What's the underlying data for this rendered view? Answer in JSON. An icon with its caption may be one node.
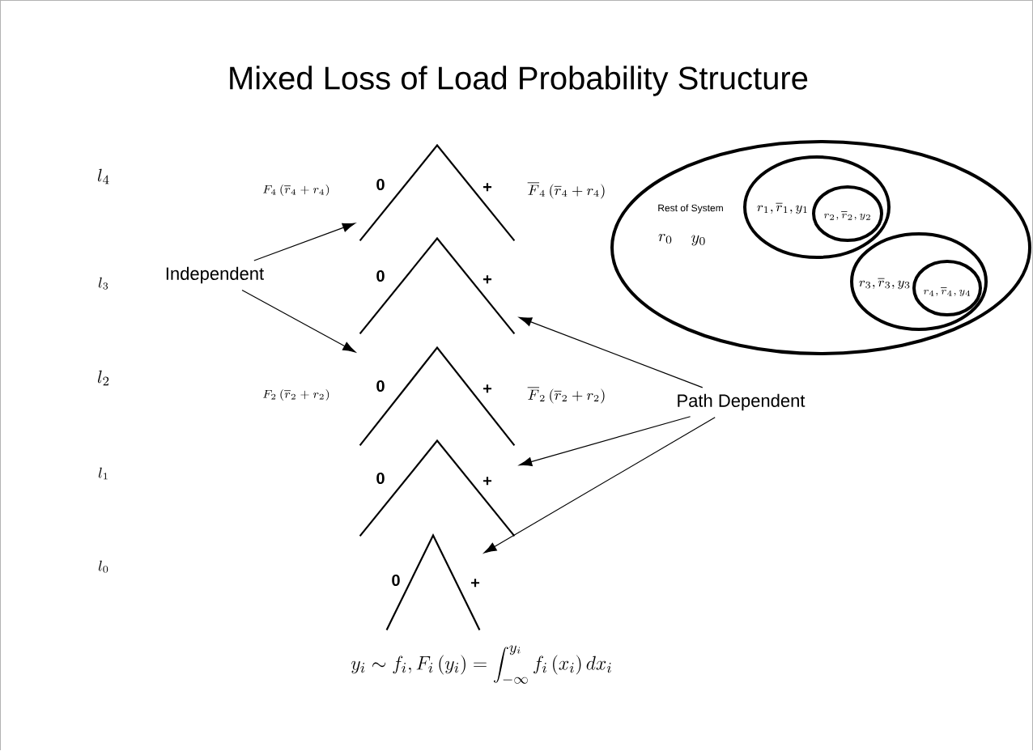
{
  "diagram": {
    "title": "Mixed Loss of Load Probability Structure",
    "nodes": [
      {
        "text": [
          "0",
          "+"
        ]
      },
      {
        "text": [
          "Rest of System",
          "r_0",
          "y_0"
        ]
      },
      {
        "text": [
          "r_1, \\overline{r}_1, y_1"
        ],
        "in": 1
      },
      {
        "text": [
          "r_2, \\overline{r}_2, y_2"
        ],
        "in": 2
      },
      {
        "text": [
          "Independent"
        ]
      },
      {
        "text": [
          "0",
          "+"
        ]
      },
      {
        "text": [
          "r_3, \\overline{r}_3, y_3"
        ],
        "in": 1
      },
      {
        "text": [
          "r_4, \\overline{r}_4, y_4"
        ],
        "in": 6
      },
      {
        "text": [
          "0",
          "+"
        ]
      },
      {
        "text": [
          "Path Dependent"
        ]
      },
      {
        "text": [
          "0",
          "+"
        ]
      },
      {
        "text": [
          "0",
          "+"
        ]
      }
    ],
    "edges": [
      {
        "from": 4,
        "to": 0,
        "arrow": "to"
      },
      {
        "from": 4,
        "to": 8,
        "arrow": "to"
      },
      {
        "from": 9,
        "to": 5,
        "arrow": "to"
      },
      {
        "from": 9,
        "to": 10,
        "arrow": "to"
      },
      {
        "from": 9,
        "to": 11,
        "arrow": "to"
      }
    ],
    "labels": [
      "l_4",
      "F_4\\left(\\overline{r}_4+r_4\\right)",
      "\\overline{F}_4\\left(\\overline{r}_4+r_4\\right)",
      "l_3",
      "l_2",
      "F_2\\left(\\overline{r}_2+r_2\\right)",
      "\\overline{F}_2\\left(\\overline{r}_2+r_2\\right)",
      "l_1",
      "l_0",
      "y_i \\sim f_i, F_i\\left(y_i\\right)=\\int_{-\\infty}^{y_i} f_i\\left(x_i\\right)dx_i"
    ]
  }
}
